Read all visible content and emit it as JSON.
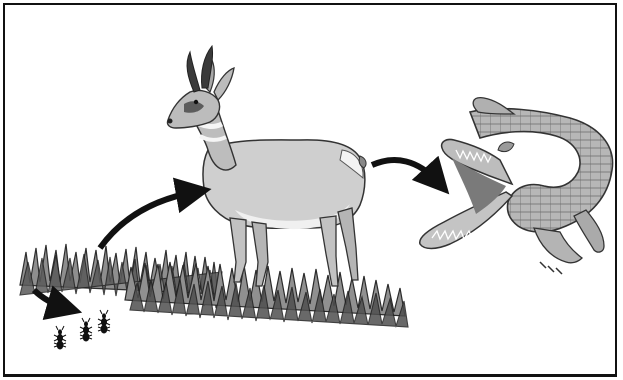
{
  "diagram": {
    "organisms": [
      {
        "id": "grass",
        "icon": "grass-icon"
      },
      {
        "id": "pronghorn",
        "icon": "pronghorn-icon"
      },
      {
        "id": "crocodile",
        "icon": "crocodile-icon"
      },
      {
        "id": "ants",
        "icon": "ant-icon"
      }
    ],
    "arrows": [
      {
        "from": "grass",
        "to": "pronghorn"
      },
      {
        "from": "pronghorn",
        "to": "crocodile"
      },
      {
        "from": "grass",
        "to": "ants"
      }
    ],
    "colors": {
      "border": "#111111",
      "arrow": "#111111",
      "grass_dark": "#3a3a3a",
      "grass_light": "#9a9a9a",
      "animal_light": "#cfcfcf",
      "animal_mid": "#a8a8a8",
      "animal_dark": "#5c5c5c"
    }
  }
}
